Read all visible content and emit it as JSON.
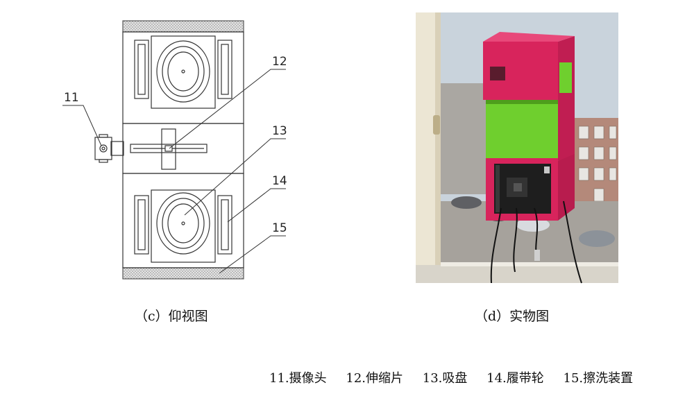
{
  "callouts": [
    "11",
    "12",
    "13",
    "14",
    "15"
  ],
  "captions": {
    "left": "（c）仰视图",
    "right": "（d）实物图"
  },
  "legend": [
    "11.摄像头",
    "12.伸缩片",
    "13.吸盘",
    "14.履带轮",
    "15.擦洗装置"
  ],
  "colors": {
    "line": "#333333",
    "robot_pink": "#d8245c",
    "robot_green": "#6fcf2e",
    "board": "#1e1e1e",
    "sky": "#c9d3dc"
  }
}
